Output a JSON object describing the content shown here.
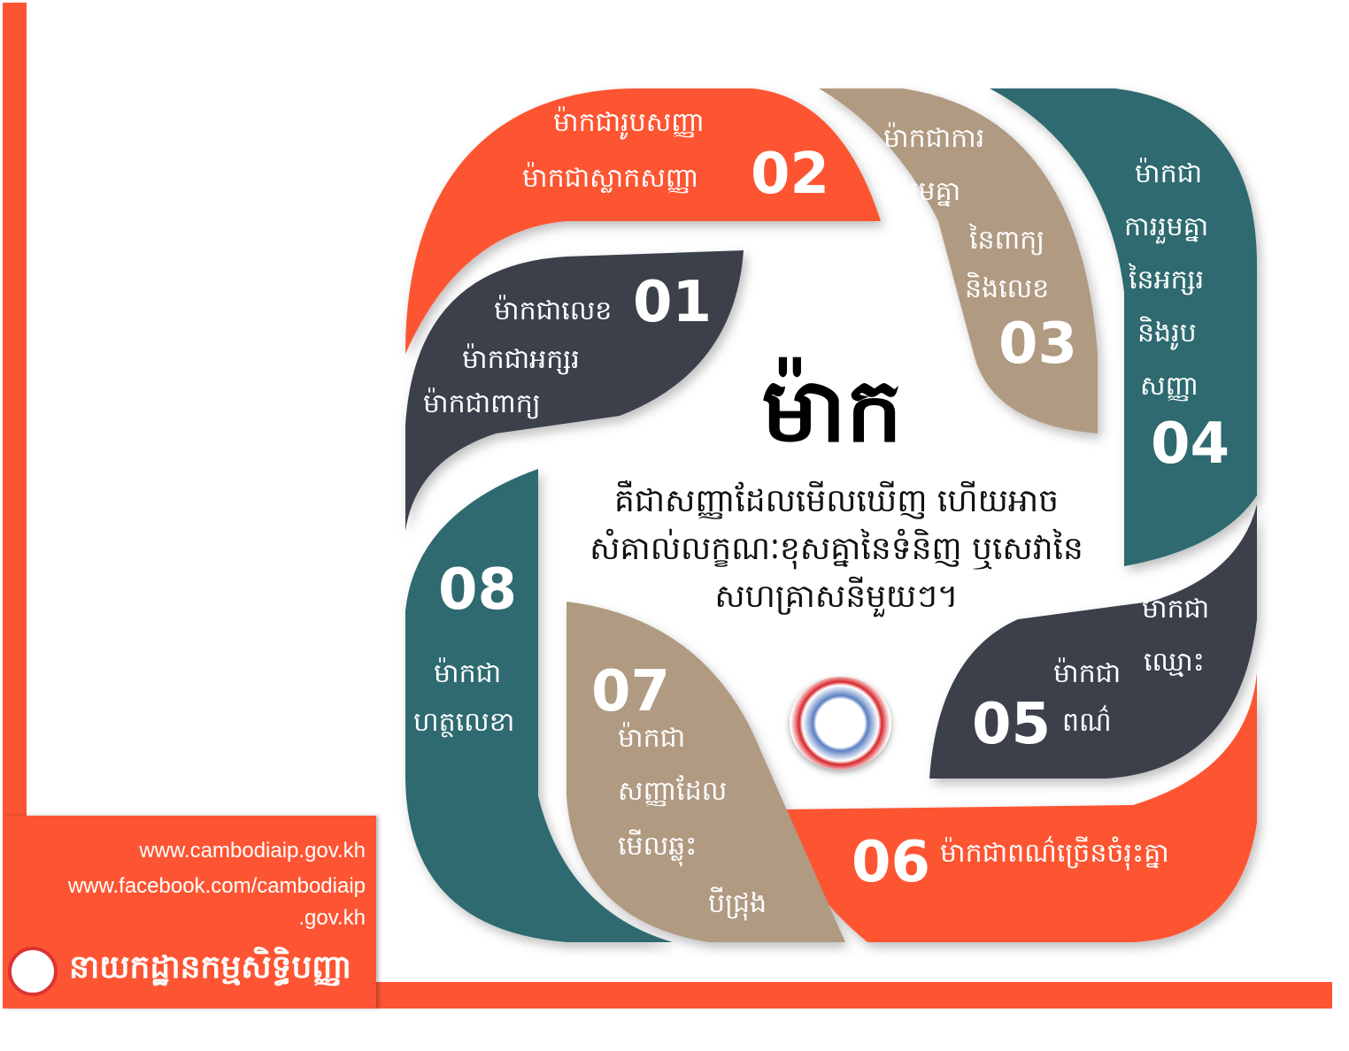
{
  "colors": {
    "orange": "#fd5533",
    "dark": "#3a3f4b",
    "tan": "#b09a82",
    "teal": "#2f6b70"
  },
  "center": {
    "title": "ម៉ាក",
    "description": [
      "គឺជាសញ្ញាដែលមើលឃើញ ហើយអាច",
      "សំគាល់លក្ខណៈខុសគ្នានៃទំនិញ ឬសេវានៃ",
      "សហគ្រាសនីមួយៗ។"
    ]
  },
  "segments": [
    {
      "number": "01",
      "lines": [
        "ម៉ាកជាលេខ",
        "ម៉ាកជាអក្សរ",
        "ម៉ាកជាពាក្យ"
      ]
    },
    {
      "number": "02",
      "lines": [
        "ម៉ាកជារូបសញ្ញា",
        "ម៉ាកជាស្លាកសញ្ញា"
      ]
    },
    {
      "number": "03",
      "lines": [
        "ម៉ាកជាការ",
        "រួមគ្នា",
        "នៃពាក្យ",
        "និងលេខ"
      ]
    },
    {
      "number": "04",
      "lines": [
        "ម៉ាកជា",
        "ការរួមគ្នា",
        "នៃអក្សរ",
        "និងរូប",
        "សញ្ញា"
      ]
    },
    {
      "number": "05",
      "lines": [
        "ម៉ាកជា",
        "ឈ្មោះ",
        "ម៉ាកជា",
        "ពណ៌"
      ]
    },
    {
      "number": "06",
      "lines": [
        "ម៉ាកជាពណ៌ច្រើនចំរុះគ្នា"
      ]
    },
    {
      "number": "07",
      "lines": [
        "ម៉ាកជា",
        "សញ្ញាដែល",
        "មើលឆ្លុះ",
        "បីជ្រុង"
      ]
    },
    {
      "number": "08",
      "lines": [
        "ម៉ាកជា",
        "ហត្ថលេខា"
      ]
    }
  ],
  "footer": {
    "website": "www.cambodiaip.gov.kh",
    "facebook_line1": "www.facebook.com/cambodiaip",
    "facebook_line2": ".gov.kh",
    "department": "នាយកដ្ឋានកម្មសិទ្ធិបញ្ញា"
  }
}
